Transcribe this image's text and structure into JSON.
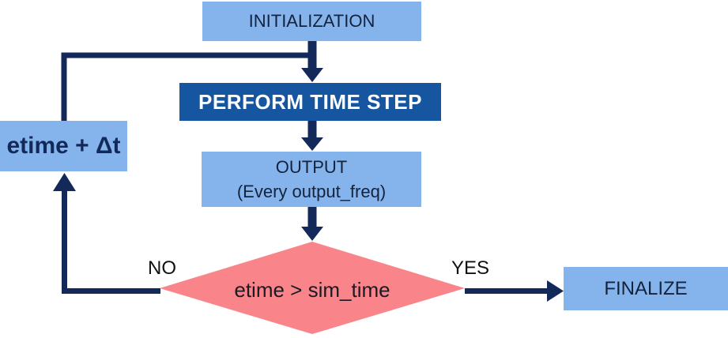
{
  "diagram": {
    "type": "flowchart",
    "colors": {
      "light_blue_box": "#85B4EC",
      "dark_blue_box": "#1655A0",
      "arrow_navy": "#13295A",
      "decision_pink": "#F9858B",
      "box_text": "#14223C",
      "dark_box_text": "#FFFFFF"
    },
    "nodes": {
      "initialization": {
        "label": "INITIALIZATION"
      },
      "perform_time_step": {
        "label": "PERFORM TIME STEP"
      },
      "output": {
        "label": "OUTPUT",
        "sublabel": "(Every output_freq)"
      },
      "etime_increment": {
        "label": "etime + Δt"
      },
      "decision": {
        "label": "etime > sim_time"
      },
      "finalize": {
        "label": "FINALIZE"
      }
    },
    "edges": {
      "no_label": "NO",
      "yes_label": "YES"
    }
  }
}
